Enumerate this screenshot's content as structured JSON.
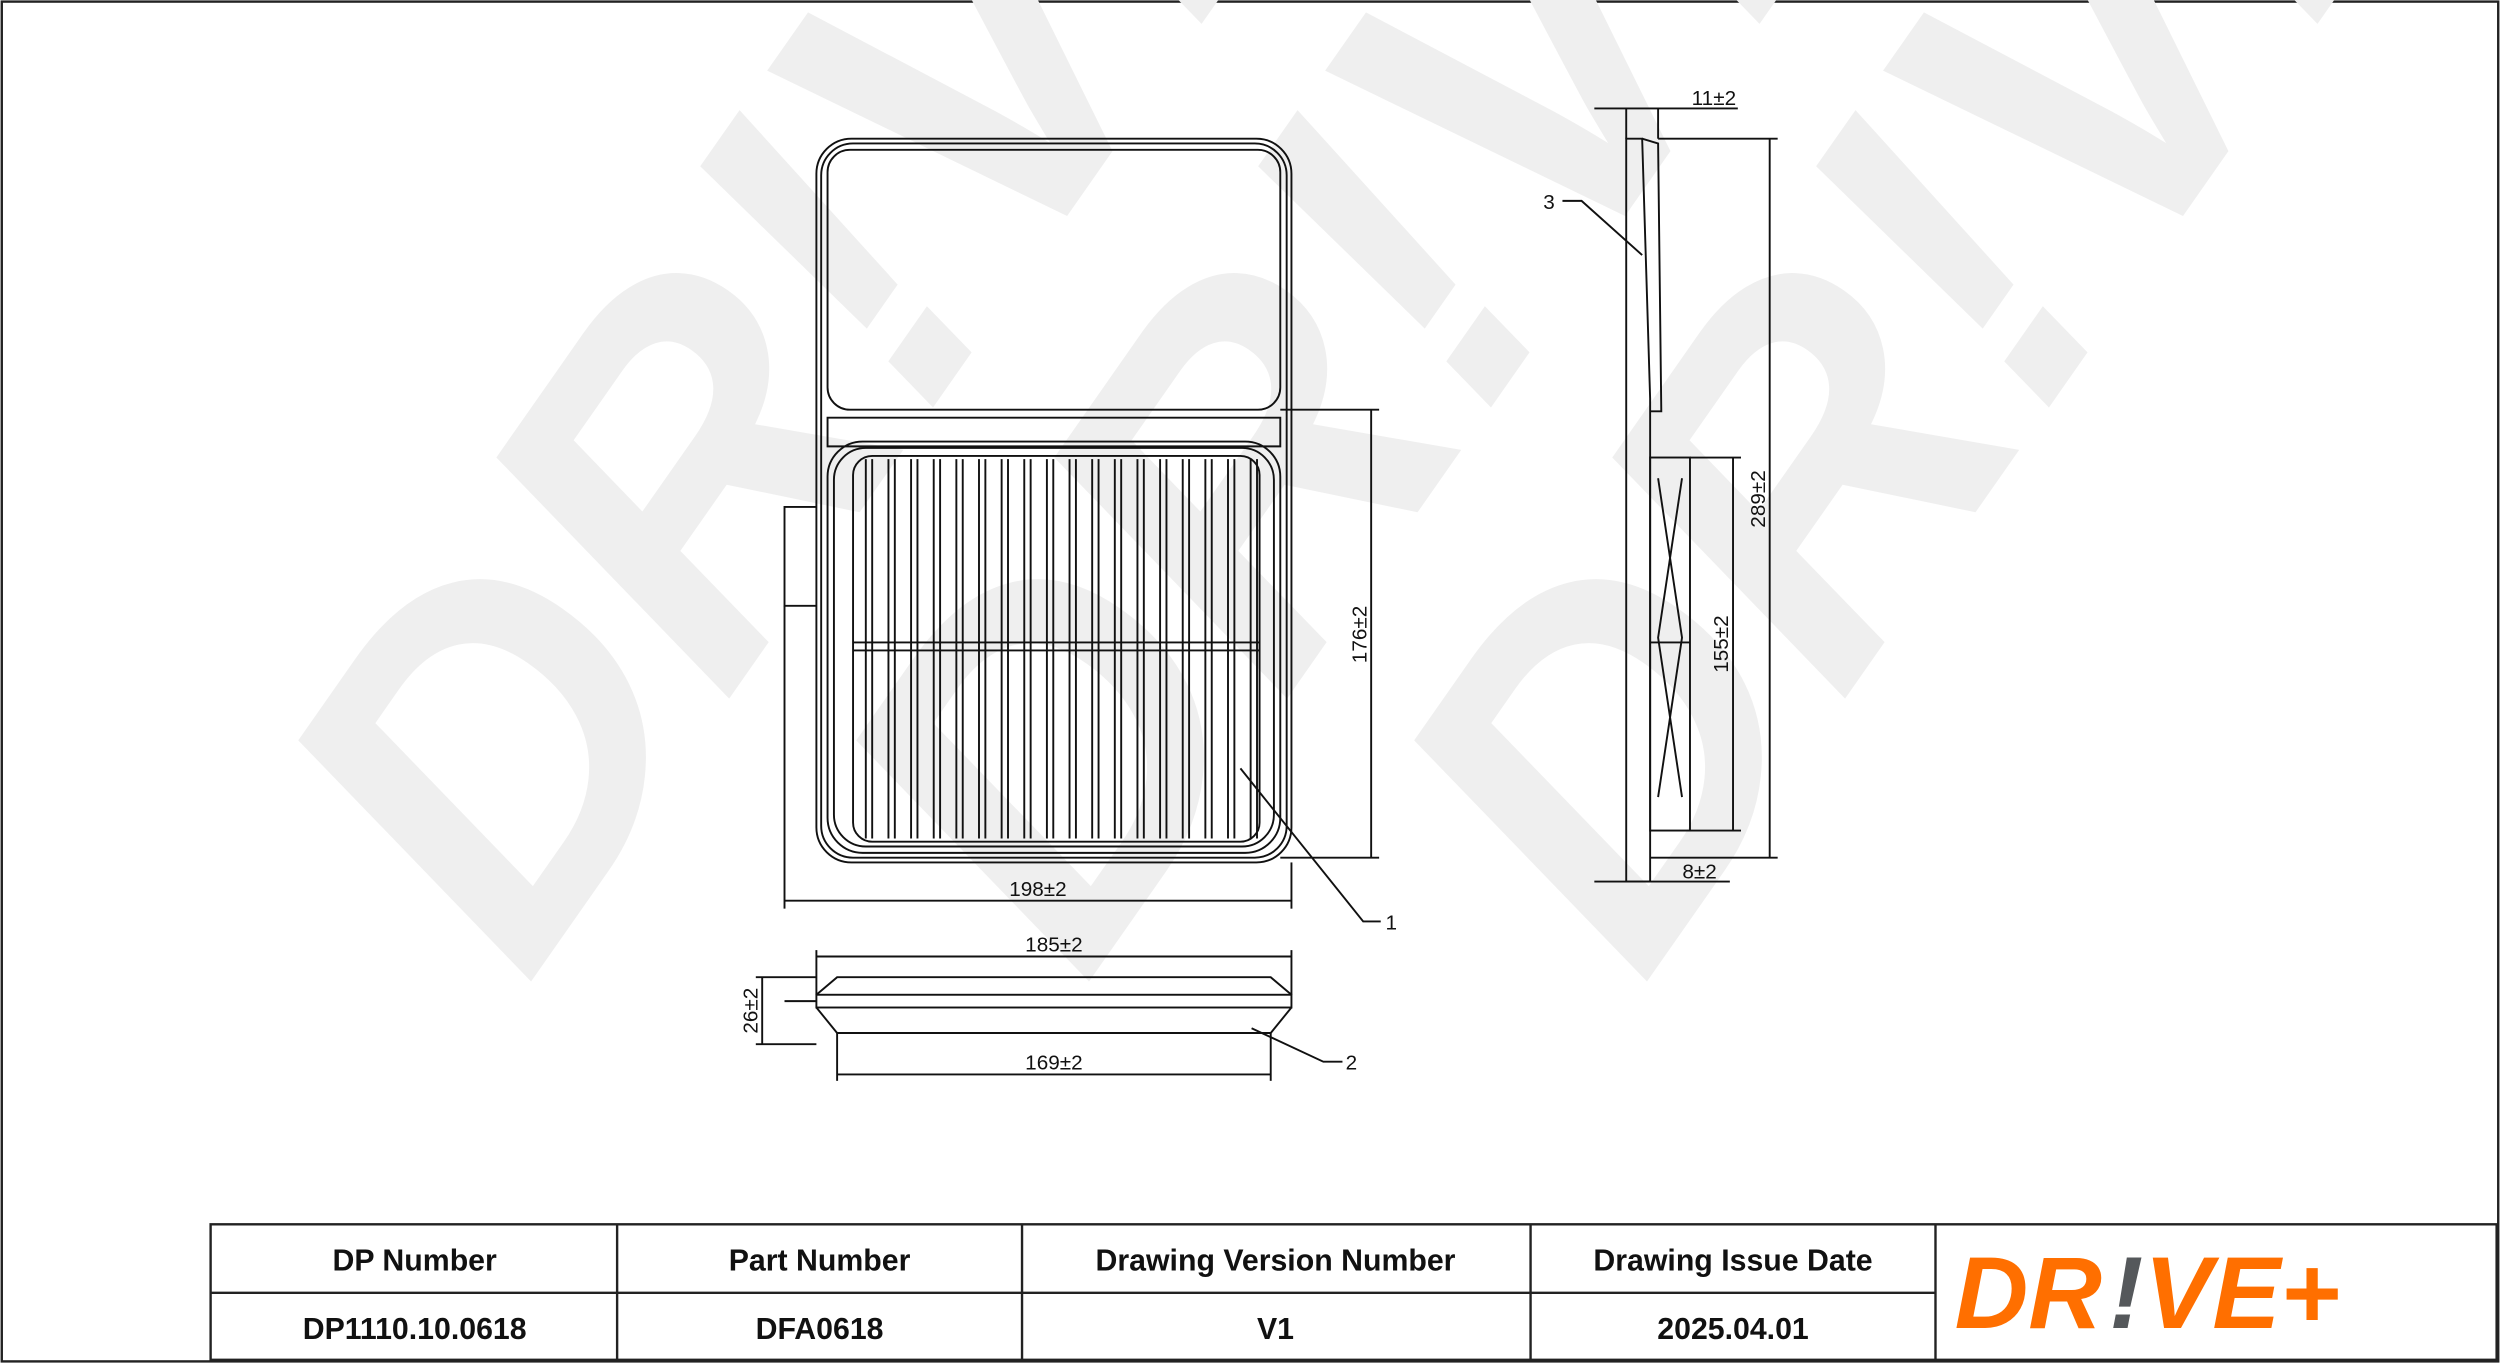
{
  "watermark": "DR!VE+",
  "dimensions": {
    "width_front": "198±2",
    "height_filter": "176±2",
    "width_top": "185±2",
    "width_bottom": "169±2",
    "thickness": "26±2",
    "side_top": "11±2",
    "side_height": "289±2",
    "side_filter": "155±2",
    "side_bottom": "8±2"
  },
  "callouts": [
    "1",
    "2",
    "3"
  ],
  "title_block": {
    "headers": [
      "DP Number",
      "Part Number",
      "Drawing Version Number",
      "Drawing Issue Date"
    ],
    "values": [
      "DP1110.10.0618",
      "DFA0618",
      "V1",
      "2025.04.01"
    ]
  },
  "logo": {
    "text": "DR!VE+",
    "colors": {
      "orange": "#ff6f00",
      "gray": "#55585b"
    }
  }
}
